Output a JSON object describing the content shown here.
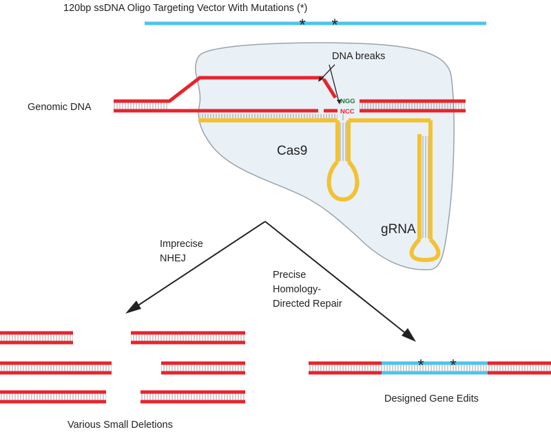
{
  "title": "120bp ssDNA Oligo Targeting Vector With Mutations (*)",
  "labels": {
    "genomic_dna": "Genomic DNA",
    "dna_breaks": "DNA breaks",
    "pam_top": "NGG",
    "pam_bottom": "NCC",
    "cas9": "Cas9",
    "grna": "gRNA",
    "nhej_line1": "Imprecise",
    "nhej_line2": "NHEJ",
    "hdr_line1": "Precise",
    "hdr_line2": "Homology-",
    "hdr_line3": "Directed Repair",
    "deletions": "Various Small Deletions",
    "edits": "Designed Gene Edits"
  },
  "mutation_marks": [
    "*",
    "*"
  ],
  "colors": {
    "genomic_dna": "#e8232d",
    "donor_oligo": "#4cc4ea",
    "grna": "#f2c232",
    "cas9_fill": "#e9f0f6",
    "cas9_stroke": "#9aa3aa",
    "pam_top": "#1e7a32",
    "pam_bottom": "#e8232d",
    "arrow": "#222222"
  }
}
